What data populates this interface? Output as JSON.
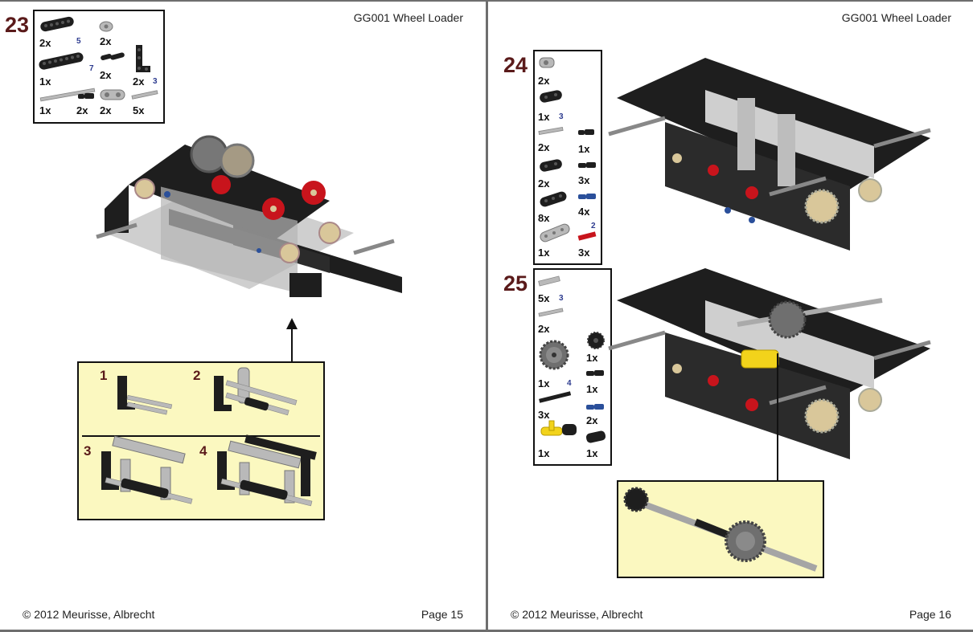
{
  "pages": [
    {
      "header_title": "GG001 Wheel Loader",
      "copyright": "© 2012 Meurisse, Albrecht",
      "page_label": "Page 15",
      "step": {
        "number": "23",
        "parts": [
          {
            "qty": "2x",
            "len": "5",
            "icon": "beam-icon"
          },
          {
            "qty": "2x",
            "len": "",
            "icon": "bush-icon"
          },
          {
            "qty": "1x",
            "len": "7",
            "icon": "beam-icon"
          },
          {
            "qty": "2x",
            "len": "",
            "icon": "pin-icon"
          },
          {
            "qty": "2x",
            "len": "",
            "icon": "angle-beam-icon"
          },
          {
            "qty": "1x",
            "len": "",
            "icon": "axle-icon"
          },
          {
            "qty": "2x",
            "len": "",
            "icon": "connector-icon"
          },
          {
            "qty": "2x",
            "len": "",
            "icon": "joiner-icon"
          },
          {
            "qty": "5x",
            "len": "3",
            "icon": "axle-icon"
          }
        ],
        "substeps": [
          "1",
          "2",
          "3",
          "4"
        ]
      }
    },
    {
      "header_title": "GG001 Wheel Loader",
      "copyright": "© 2012 Meurisse, Albrecht",
      "page_label": "Page 16",
      "steps": [
        {
          "number": "24",
          "parts": [
            {
              "qty": "2x",
              "len": "",
              "icon": "connector-icon"
            },
            {
              "qty": "1x",
              "len": "3",
              "icon": "beam-icon"
            },
            {
              "qty": "2x",
              "len": "",
              "icon": "axle-icon"
            },
            {
              "qty": "1x",
              "len": "",
              "icon": "pin-icon"
            },
            {
              "qty": "2x",
              "len": "",
              "icon": "beam-icon"
            },
            {
              "qty": "3x",
              "len": "",
              "icon": "pin-icon"
            },
            {
              "qty": "8x",
              "len": "",
              "icon": "beam-icon"
            },
            {
              "qty": "4x",
              "len": "",
              "icon": "blue-pin-icon"
            },
            {
              "qty": "1x",
              "len": "",
              "icon": "beam-icon"
            },
            {
              "qty": "3x",
              "len": "2",
              "icon": "red-axle-icon"
            }
          ]
        },
        {
          "number": "25",
          "parts": [
            {
              "qty": "5x",
              "len": "3",
              "icon": "axle-icon"
            },
            {
              "qty": "2x",
              "len": "",
              "icon": "axle-icon"
            },
            {
              "qty": "1x",
              "len": "",
              "icon": "small-gear-icon"
            },
            {
              "qty": "1x",
              "len": "4",
              "icon": "large-gear-icon"
            },
            {
              "qty": "1x",
              "len": "",
              "icon": "pin-icon"
            },
            {
              "qty": "3x",
              "len": "",
              "icon": "axle-icon"
            },
            {
              "qty": "2x",
              "len": "",
              "icon": "blue-pin-icon"
            },
            {
              "qty": "1x",
              "len": "",
              "icon": "yellow-connector-icon"
            },
            {
              "qty": "1x",
              "len": "",
              "icon": "beam-icon"
            }
          ]
        }
      ]
    }
  ],
  "colors": {
    "step_number": "#5a1a1a",
    "subassembly_bg": "#fbf8c0",
    "length_label": "#2d3b8f",
    "part_black": "#1e1e1e",
    "part_grey": "#b9b9b9",
    "part_red": "#c8141c",
    "part_tan": "#d9c79a",
    "part_blue": "#2a4f9a",
    "part_yellow": "#f2d31b"
  }
}
